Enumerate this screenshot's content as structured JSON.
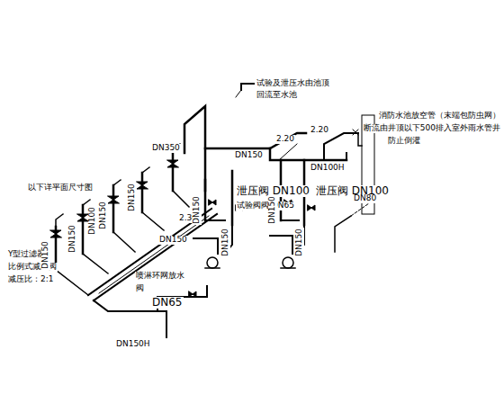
{
  "diagram": {
    "labels": [
      "试验及泄压水由池顶",
      "回流至水池",
      "2.20",
      "消防水池放空管（末端包防虫网）",
      "断流由井顶以下500排入室外雨水管井",
      "防止倒灌",
      "DN150",
      "DN100H",
      "2.20",
      "DN350",
      "以下详平面尺寸图",
      "泄压阀 DN100",
      "泄压阀 DN100",
      "试验阀阀 DN65",
      "2.30",
      "DN150",
      "Y型过滤器",
      "比例式减压阀",
      "减压比：2:1",
      "喷淋环网放水",
      "阀",
      "DN65",
      "DN150H",
      "DN80",
      "DN150",
      "DN150",
      "DN150",
      "DN150",
      "DN100",
      "DN150",
      "DN150",
      "DN150",
      "DN150"
    ]
  }
}
